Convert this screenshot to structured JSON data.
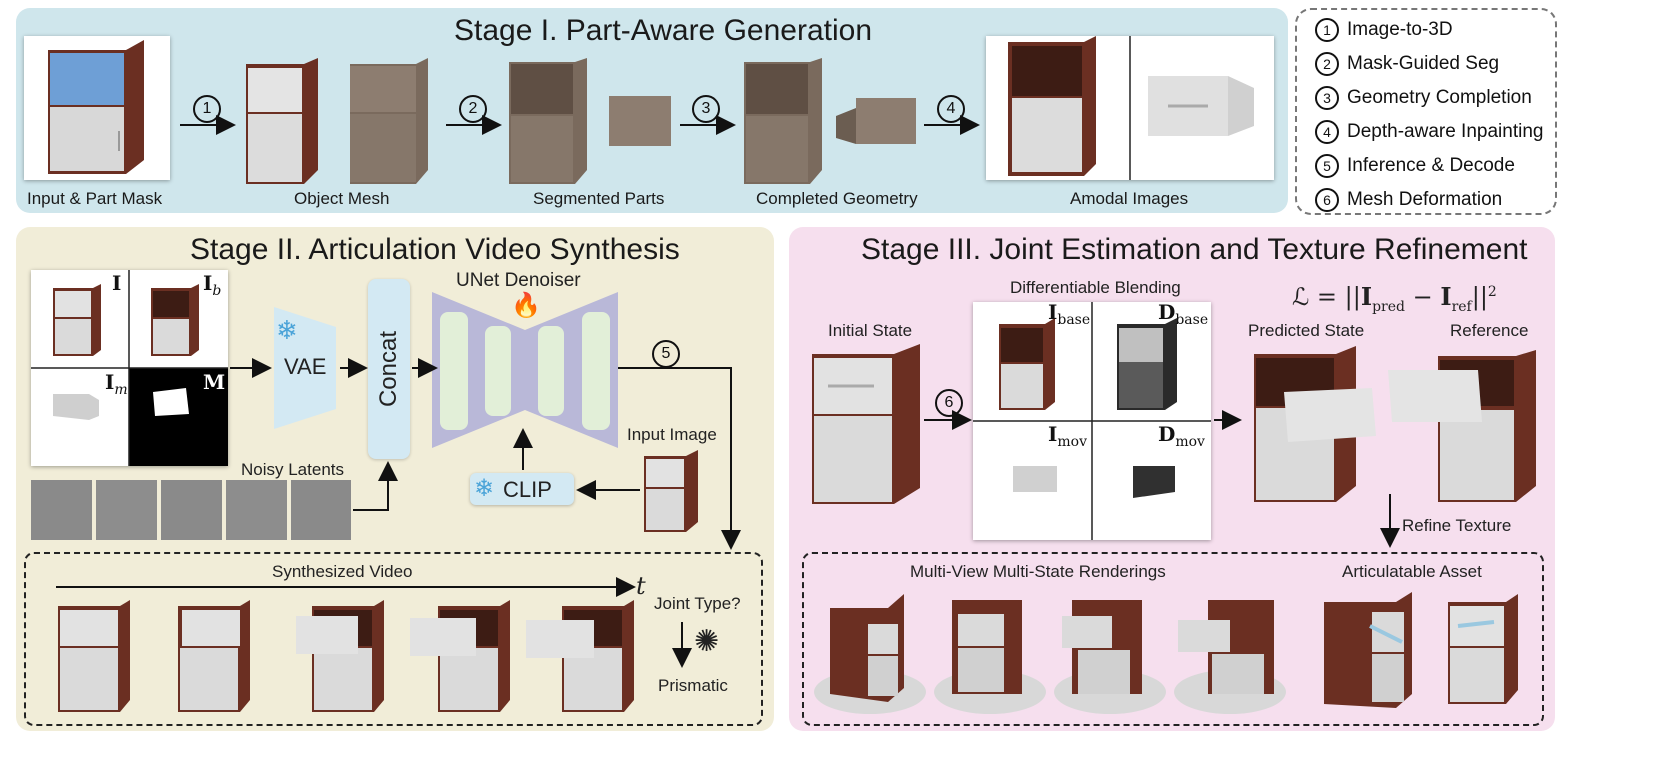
{
  "stage1": {
    "title": "Stage I. Part-Aware Generation",
    "steps": [
      "Input & Part Mask",
      "Object Mesh",
      "Segmented Parts",
      "Completed Geometry",
      "Amodal Images"
    ],
    "arrow_nums": [
      "1",
      "2",
      "3",
      "4"
    ]
  },
  "legend": [
    {
      "num": "1",
      "text": "Image-to-3D"
    },
    {
      "num": "2",
      "text": "Mask-Guided Seg"
    },
    {
      "num": "3",
      "text": "Geometry Completion"
    },
    {
      "num": "4",
      "text": "Depth-aware Inpainting"
    },
    {
      "num": "5",
      "text": "Inference & Decode"
    },
    {
      "num": "6",
      "text": "Mesh Deformation"
    }
  ],
  "stage2": {
    "title": "Stage II. Articulation Video Synthesis",
    "grid_labels": {
      "tl": "I",
      "tr_main": "I",
      "tr_sub": "b",
      "bl_main": "I",
      "bl_sub": "m",
      "br": "M"
    },
    "vae": "VAE",
    "concat": "Concat",
    "unet": "UNet Denoiser",
    "clip": "CLIP",
    "noisy_latents": "Noisy Latents",
    "input_image": "Input Image",
    "step_num": "5",
    "video_label": "Synthesized Video",
    "time_symbol": "t",
    "joint_question": "Joint Type?",
    "joint_answer": "Prismatic"
  },
  "stage3": {
    "title": "Stage III. Joint Estimation and Texture Refinement",
    "blending": "Differentiable Blending",
    "initial": "Initial State",
    "predicted": "Predicted State",
    "reference": "Reference",
    "step_num": "6",
    "loss": {
      "lhs": "ℒ = ||",
      "pred_main": "I",
      "pred_sub": "pred",
      "minus": " − ",
      "ref_main": "I",
      "ref_sub": "ref",
      "end": "||",
      "pow": "2"
    },
    "quads": {
      "tl_main": "I",
      "tl_sub": "base",
      "tr_main": "D",
      "tr_sub": "base",
      "bl_main": "I",
      "bl_sub": "mov",
      "br_main": "D",
      "br_sub": "mov"
    },
    "refine": "Refine Texture",
    "renderings": "Multi-View Multi-State Renderings",
    "asset": "Articulatable Asset"
  },
  "colors": {
    "stage1_bg": "#cfe6ec",
    "stage2_bg": "#f1edd8",
    "stage3_bg": "#f6dfee",
    "wood": "#6b2f22",
    "mesh": "#8a7a6d",
    "vae": "#d3e9f3"
  }
}
